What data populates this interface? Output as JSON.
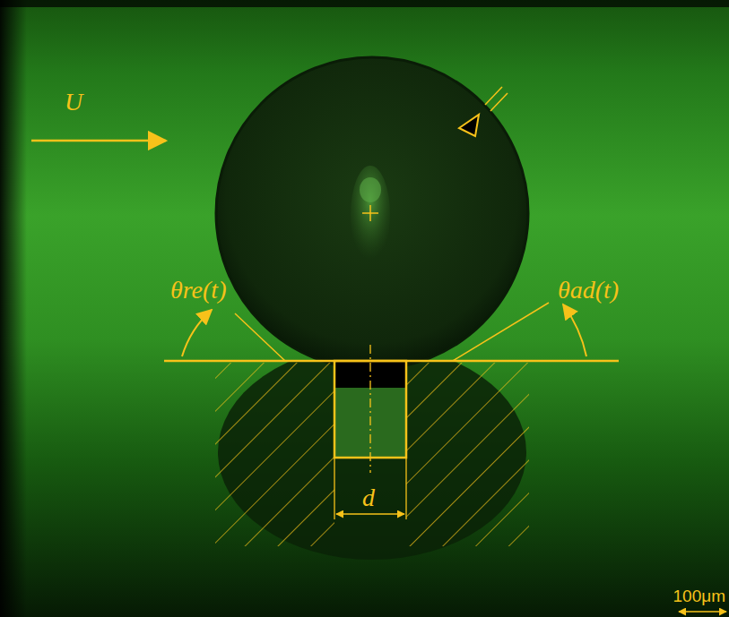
{
  "diagram": {
    "labels": [
      "U",
      "θre(t)",
      "θad(t)",
      "d",
      "100μm"
    ]
  }
}
